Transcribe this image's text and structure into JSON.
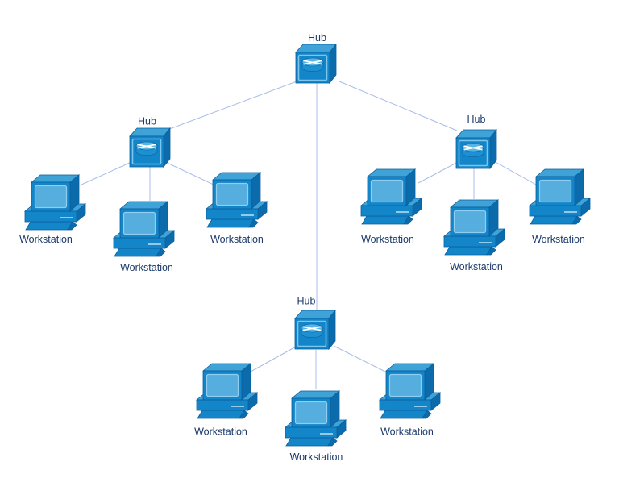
{
  "diagram": {
    "type": "network-topology",
    "nodes": [
      {
        "id": "hub-top",
        "type": "hub",
        "label": "Hub"
      },
      {
        "id": "hub-left",
        "type": "hub",
        "label": "Hub"
      },
      {
        "id": "hub-right",
        "type": "hub",
        "label": "Hub"
      },
      {
        "id": "hub-bottom",
        "type": "hub",
        "label": "Hub"
      },
      {
        "id": "ws-1",
        "type": "workstation",
        "label": "Workstation"
      },
      {
        "id": "ws-2",
        "type": "workstation",
        "label": "Workstation"
      },
      {
        "id": "ws-3",
        "type": "workstation",
        "label": "Workstation"
      },
      {
        "id": "ws-4",
        "type": "workstation",
        "label": "Workstation"
      },
      {
        "id": "ws-5",
        "type": "workstation",
        "label": "Workstation"
      },
      {
        "id": "ws-6",
        "type": "workstation",
        "label": "Workstation"
      },
      {
        "id": "ws-7",
        "type": "workstation",
        "label": "Workstation"
      },
      {
        "id": "ws-8",
        "type": "workstation",
        "label": "Workstation"
      },
      {
        "id": "ws-9",
        "type": "workstation",
        "label": "Workstation"
      }
    ],
    "edges": [
      {
        "from": "hub-top",
        "to": "hub-left"
      },
      {
        "from": "hub-top",
        "to": "hub-bottom"
      },
      {
        "from": "hub-top",
        "to": "hub-right"
      },
      {
        "from": "hub-left",
        "to": "ws-1"
      },
      {
        "from": "hub-left",
        "to": "ws-2"
      },
      {
        "from": "hub-left",
        "to": "ws-3"
      },
      {
        "from": "hub-right",
        "to": "ws-4"
      },
      {
        "from": "hub-right",
        "to": "ws-5"
      },
      {
        "from": "hub-right",
        "to": "ws-6"
      },
      {
        "from": "hub-bottom",
        "to": "ws-7"
      },
      {
        "from": "hub-bottom",
        "to": "ws-8"
      },
      {
        "from": "hub-bottom",
        "to": "ws-9"
      }
    ],
    "colors": {
      "device_front": "#1385c9",
      "device_top": "#3fa3d8",
      "device_side": "#0c6cab",
      "screen": "#55aedd",
      "outline": "#0a5e9d",
      "connection_line": "#a8bee8",
      "label_text": "#1c3a6b",
      "background": "#ffffff"
    }
  }
}
